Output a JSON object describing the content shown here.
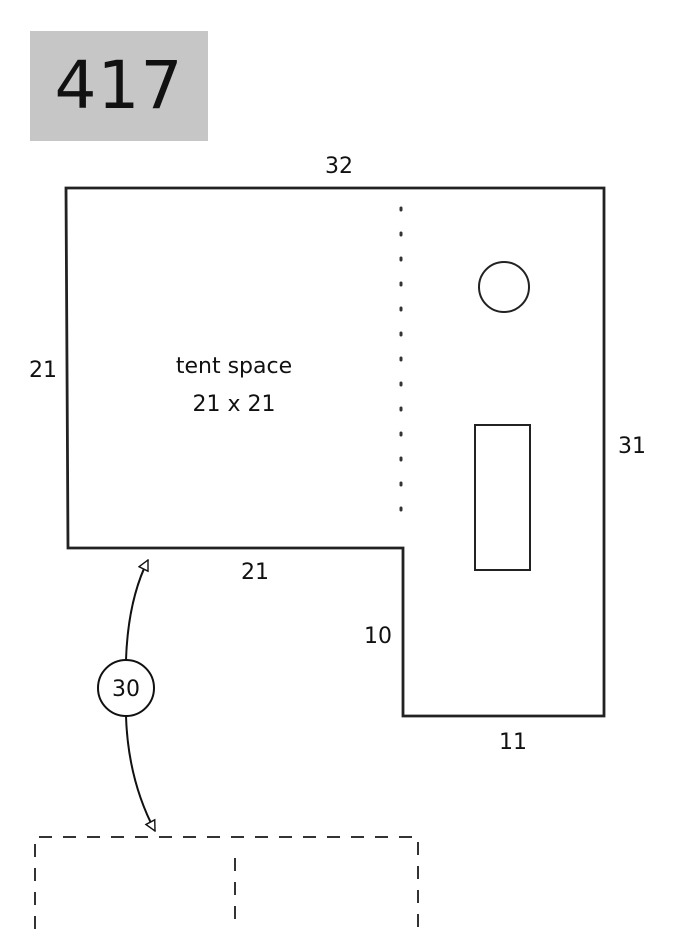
{
  "site": {
    "number": "417",
    "badge_color": "#c6c6c6"
  },
  "dimensions": {
    "top": "32",
    "left": "21",
    "right": "31",
    "bottom_tent": "21",
    "notch_height": "10",
    "bottom_right": "11"
  },
  "tent_space": {
    "line1": "tent space",
    "line2": "21 x 21"
  },
  "distance_marker": {
    "value": "30"
  },
  "colors": {
    "ink": "#111111",
    "paper": "#ffffff"
  },
  "icons": [
    "fire-ring-icon",
    "picnic-table-icon",
    "arrow-icon"
  ]
}
